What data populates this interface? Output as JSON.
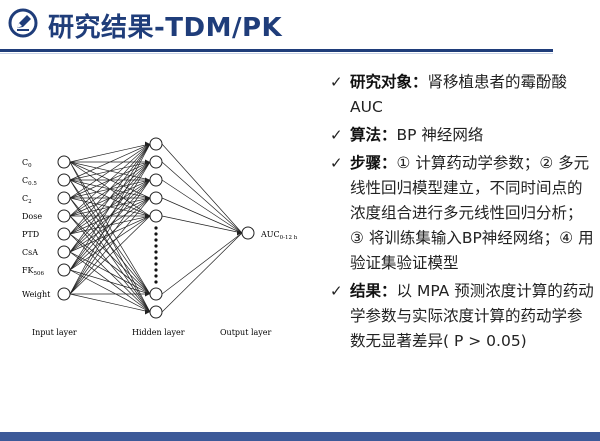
{
  "slide": {
    "title": "研究结果-TDM/PK",
    "title_icon": "circle-pencil-icon",
    "accent_color": "#1f3d7a"
  },
  "diagram": {
    "input_nodes": [
      "C",
      "C",
      "C",
      "Dose",
      "PTD",
      "CsA",
      "FK",
      "Weight"
    ],
    "input_subscripts": [
      "0",
      "0.5",
      "2",
      "",
      "",
      "",
      "506",
      ""
    ],
    "output_label": "AUC",
    "output_subscript": "0-12 h",
    "layer_labels": [
      "Input layer",
      "Hidden layer",
      "Output layer"
    ]
  },
  "bullets": [
    {
      "label": "研究对象：",
      "text": "肾移植患者的霉酚酸AUC"
    },
    {
      "label": "算法：",
      "text": "BP 神经网络"
    },
    {
      "label": "步骤：",
      "text": "① 计算药动学参数；② 多元线性回归模型建立，不同时间点的浓度组合进行多元线性回归分析；③ 将训练集输入BP神经网络；④ 用验证集验证模型"
    },
    {
      "label": "结果：",
      "text": "以 MPA 预测浓度计算的药动学参数与实际浓度计算的药动学参数无显著差异( P > 0.05)"
    }
  ]
}
